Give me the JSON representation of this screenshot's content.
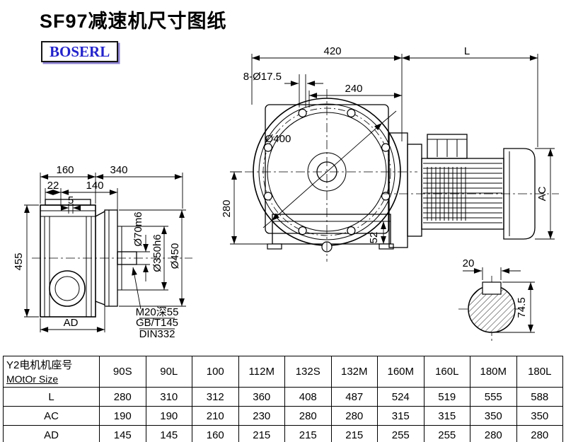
{
  "header": {
    "title": "SF97减速机尺寸图纸",
    "logo_text": "BOSERL"
  },
  "labels": {
    "d420": "420",
    "dL": "L",
    "holes": "8-Ø17.5",
    "d240": "240",
    "dia400": "Ø400",
    "d280": "280",
    "d52": "52",
    "ac": "AC",
    "d160": "160",
    "d340": "340",
    "d22": "22",
    "d140": "140",
    "d5": "5",
    "d455": "455",
    "ad": "AD",
    "dia70": "Ø70m6",
    "dia350": "Ø350h6",
    "dia450": "Ø450",
    "note_m20": "M20深55",
    "note_gbt": "GB/T145",
    "note_din": "DIN332",
    "d20": "20",
    "d745": "74.5"
  },
  "table": {
    "motor_size_label_cn": "Y2电机机座号",
    "motor_size_label_en": "MOtOr Size",
    "columns": [
      "90S",
      "90L",
      "100",
      "112M",
      "132S",
      "132M",
      "160M",
      "160L",
      "180M",
      "180L"
    ],
    "rows": [
      {
        "label": "L",
        "values": [
          "280",
          "310",
          "312",
          "360",
          "408",
          "487",
          "524",
          "519",
          "555",
          "588"
        ]
      },
      {
        "label": "AC",
        "values": [
          "190",
          "190",
          "210",
          "230",
          "280",
          "280",
          "315",
          "315",
          "350",
          "350"
        ]
      },
      {
        "label": "AD",
        "values": [
          "145",
          "145",
          "160",
          "215",
          "215",
          "215",
          "255",
          "255",
          "280",
          "280"
        ]
      }
    ]
  }
}
